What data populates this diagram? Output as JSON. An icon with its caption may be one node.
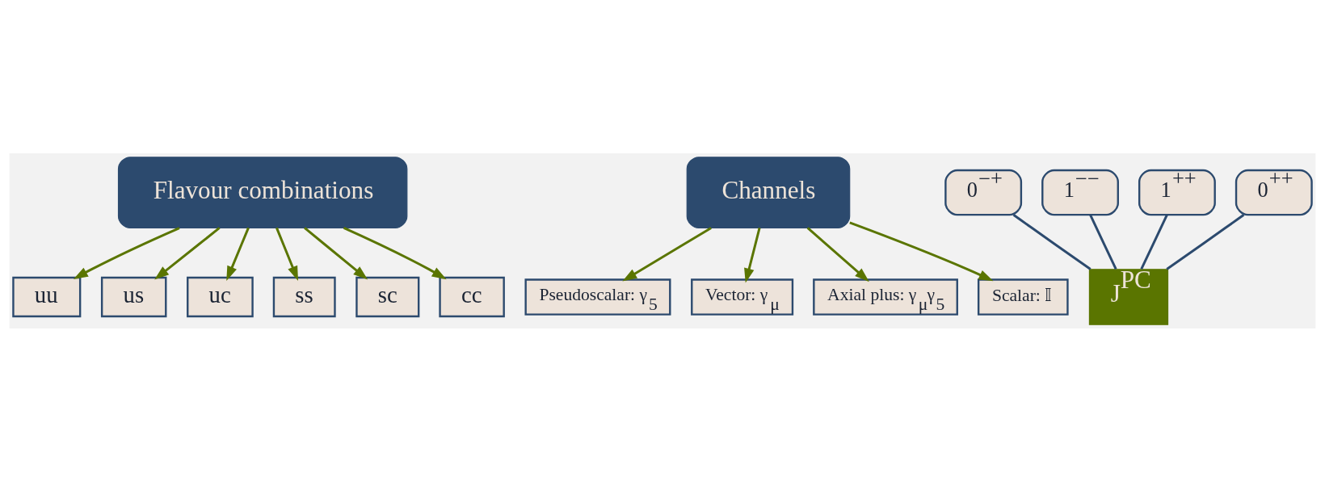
{
  "diagram": {
    "nodes": [
      {
        "text": [
          "Flavour combinations"
        ]
      },
      {
        "text": [
          "Channels"
        ]
      },
      {
        "text": [
          "uu"
        ]
      },
      {
        "text": [
          "us"
        ]
      },
      {
        "text": [
          "uc"
        ]
      },
      {
        "text": [
          "ss"
        ]
      },
      {
        "text": [
          "sc"
        ]
      },
      {
        "text": [
          "cc"
        ]
      },
      {
        "text": [
          "Pseudoscalar: γ$_{5}$"
        ]
      },
      {
        "text": [
          "0$^{−+}$"
        ]
      },
      {
        "text": [
          "Vector: γ$_{μ}$"
        ]
      },
      {
        "text": [
          "1$^{−−}$"
        ]
      },
      {
        "text": [
          "Axial plus: γ$_{μ}$γ$_{5}$"
        ]
      },
      {
        "text": [
          "1$^{++}$"
        ]
      },
      {
        "text": [
          "Scalar: 𝕀"
        ]
      },
      {
        "text": [
          "0$^{++}$"
        ]
      },
      {
        "text": [
          "J$^{PC}$"
        ]
      }
    ],
    "edges": [
      {
        "from": 0,
        "to": 2,
        "arrow": "to"
      },
      {
        "from": 0,
        "to": 3,
        "arrow": "to"
      },
      {
        "from": 0,
        "to": 4,
        "arrow": "to"
      },
      {
        "from": 0,
        "to": 5,
        "arrow": "to"
      },
      {
        "from": 0,
        "to": 6,
        "arrow": "to"
      },
      {
        "from": 0,
        "to": 7,
        "arrow": "to"
      },
      {
        "from": 1,
        "to": 8,
        "arrow": "to"
      },
      {
        "from": 1,
        "to": 10,
        "arrow": "to"
      },
      {
        "from": 1,
        "to": 12,
        "arrow": "to"
      },
      {
        "from": 1,
        "to": 14,
        "arrow": "to"
      },
      {
        "from": 9,
        "to": 16,
        "arrow": "none",
        "color": "#2c4a6e"
      },
      {
        "from": 11,
        "to": 16,
        "arrow": "none",
        "color": "#2c4a6e"
      },
      {
        "from": 13,
        "to": 16,
        "arrow": "none",
        "color": "#2c4a6e"
      },
      {
        "from": 15,
        "to": 16,
        "arrow": "none",
        "color": "#2c4a6e"
      }
    ]
  }
}
